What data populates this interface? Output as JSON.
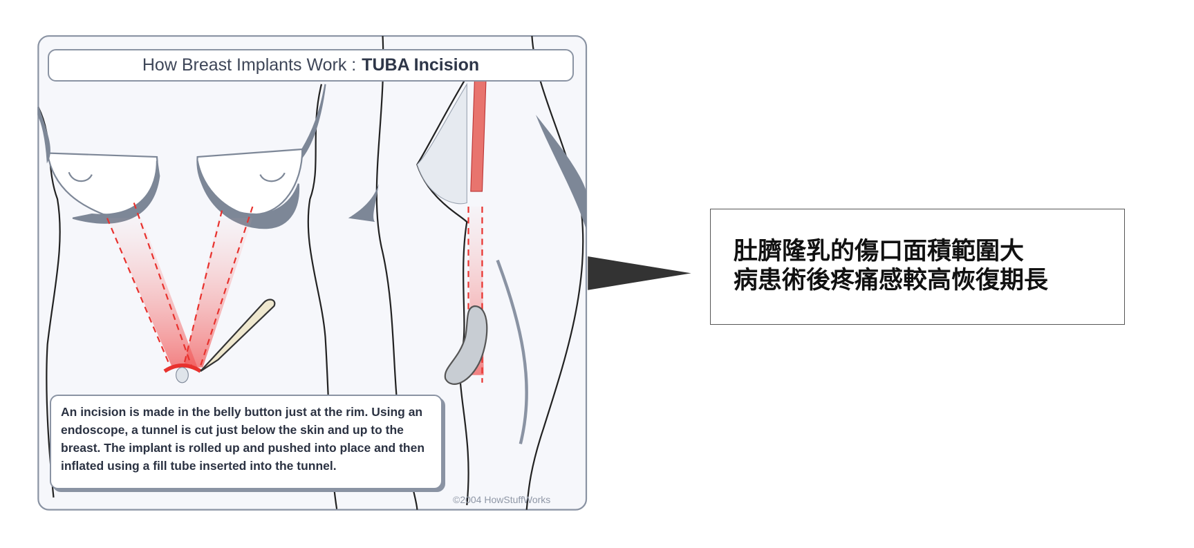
{
  "figure": {
    "title_prefix": "How Breast Implants Work :",
    "title_bold": "TUBA Incision",
    "caption": "An incision is made in the belly button just at the rim. Using an endoscope, a tunnel is cut just below the skin and up to the breast. The implant is rolled up and pushed into place and then inflated using a fill tube inserted into the tunnel.",
    "copyright": "©2004 HowStuffWorks"
  },
  "note": {
    "line1": "肚臍隆乳的傷口面積範圍大",
    "line2": "病患術後疼痛感較高恢復期長"
  },
  "colors": {
    "panel_bg": "#f6f7fb",
    "outline": "#8a93a3",
    "shadow": "#7d8797",
    "incision": "#e8322e"
  }
}
